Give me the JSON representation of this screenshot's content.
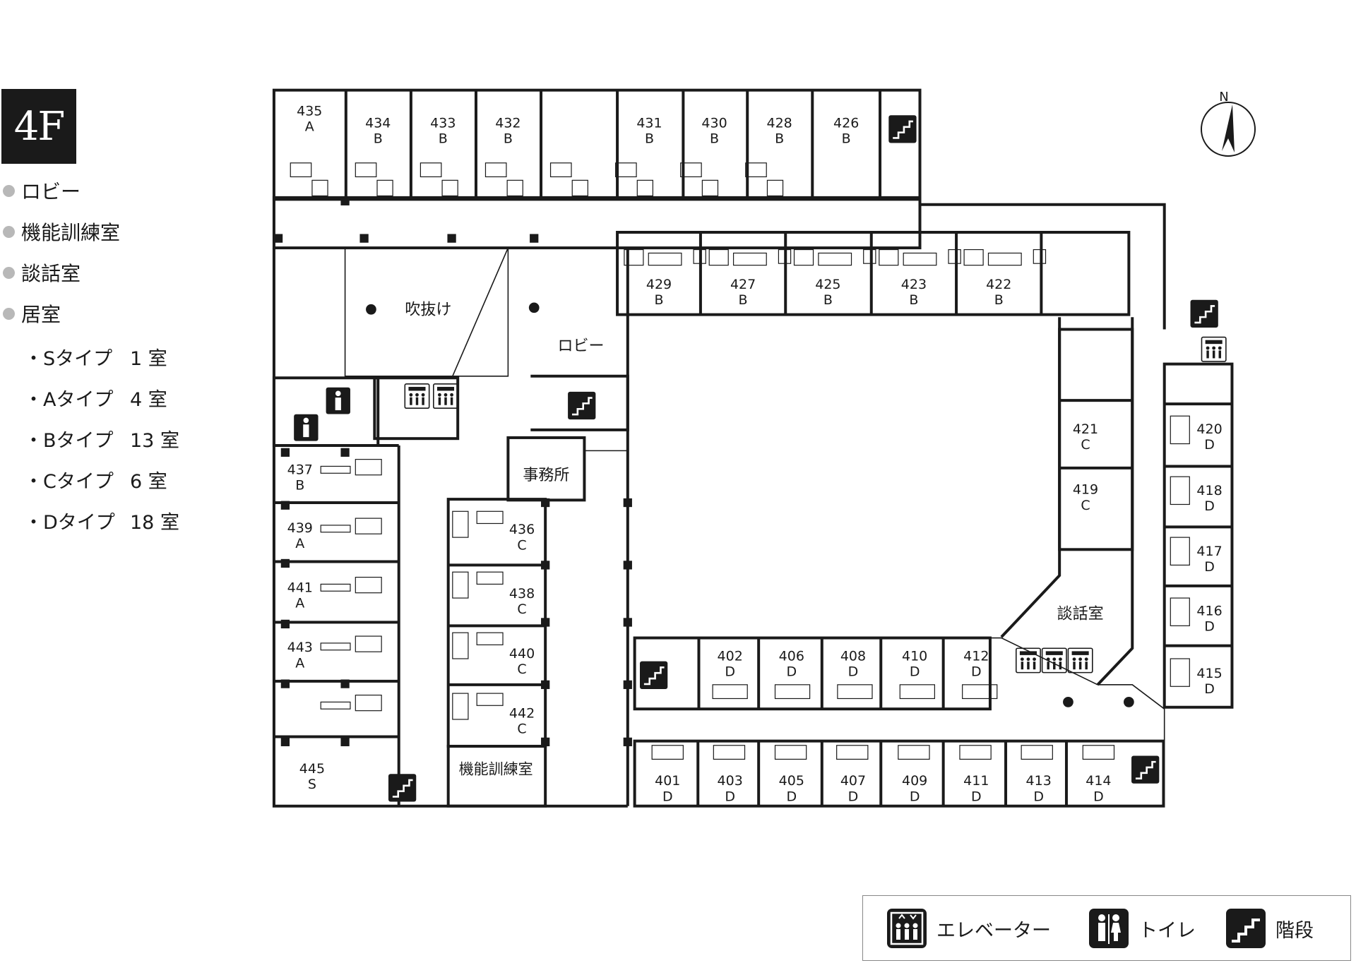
{
  "floor": "4F",
  "legend": {
    "facilities": [
      "ロビー",
      "機能訓練室",
      "談話室",
      "居室"
    ],
    "room_types": [
      {
        "label": "・Sタイプ",
        "count": "1 室"
      },
      {
        "label": "・Aタイプ",
        "count": "4 室"
      },
      {
        "label": "・Bタイプ",
        "count": "13 室"
      },
      {
        "label": "・Cタイプ",
        "count": "6 室"
      },
      {
        "label": "・Dタイプ",
        "count": "18 室"
      }
    ]
  },
  "areas": {
    "atrium": "吹抜け",
    "lobby": "ロビー",
    "office": "事務所",
    "training": "機能訓練室",
    "lounge": "談話室"
  },
  "compass": "N",
  "rooms": [
    {
      "no": "435",
      "type": "A"
    },
    {
      "no": "434",
      "type": "B"
    },
    {
      "no": "433",
      "type": "B"
    },
    {
      "no": "432",
      "type": "B"
    },
    {
      "no": "431",
      "type": "B"
    },
    {
      "no": "430",
      "type": "B"
    },
    {
      "no": "428",
      "type": "B"
    },
    {
      "no": "426",
      "type": "B"
    },
    {
      "no": "429",
      "type": "B"
    },
    {
      "no": "427",
      "type": "B"
    },
    {
      "no": "425",
      "type": "B"
    },
    {
      "no": "423",
      "type": "B"
    },
    {
      "no": "422",
      "type": "B"
    },
    {
      "no": "437",
      "type": "B"
    },
    {
      "no": "439",
      "type": "A"
    },
    {
      "no": "441",
      "type": "A"
    },
    {
      "no": "443",
      "type": "A"
    },
    {
      "no": "445",
      "type": "S"
    },
    {
      "no": "436",
      "type": "C"
    },
    {
      "no": "438",
      "type": "C"
    },
    {
      "no": "440",
      "type": "C"
    },
    {
      "no": "442",
      "type": "C"
    },
    {
      "no": "421",
      "type": "C"
    },
    {
      "no": "419",
      "type": "C"
    },
    {
      "no": "420",
      "type": "D"
    },
    {
      "no": "418",
      "type": "D"
    },
    {
      "no": "417",
      "type": "D"
    },
    {
      "no": "416",
      "type": "D"
    },
    {
      "no": "415",
      "type": "D"
    },
    {
      "no": "402",
      "type": "D"
    },
    {
      "no": "406",
      "type": "D"
    },
    {
      "no": "408",
      "type": "D"
    },
    {
      "no": "410",
      "type": "D"
    },
    {
      "no": "412",
      "type": "D"
    },
    {
      "no": "401",
      "type": "D"
    },
    {
      "no": "403",
      "type": "D"
    },
    {
      "no": "405",
      "type": "D"
    },
    {
      "no": "407",
      "type": "D"
    },
    {
      "no": "409",
      "type": "D"
    },
    {
      "no": "411",
      "type": "D"
    },
    {
      "no": "413",
      "type": "D"
    },
    {
      "no": "414",
      "type": "D"
    }
  ],
  "key": {
    "elevator": "エレベーター",
    "toilet": "トイレ",
    "stairs": "階段"
  },
  "icons": {
    "elevator": "elevator-icon",
    "toilet": "toilet-icon",
    "stairs": "stairs-icon"
  }
}
